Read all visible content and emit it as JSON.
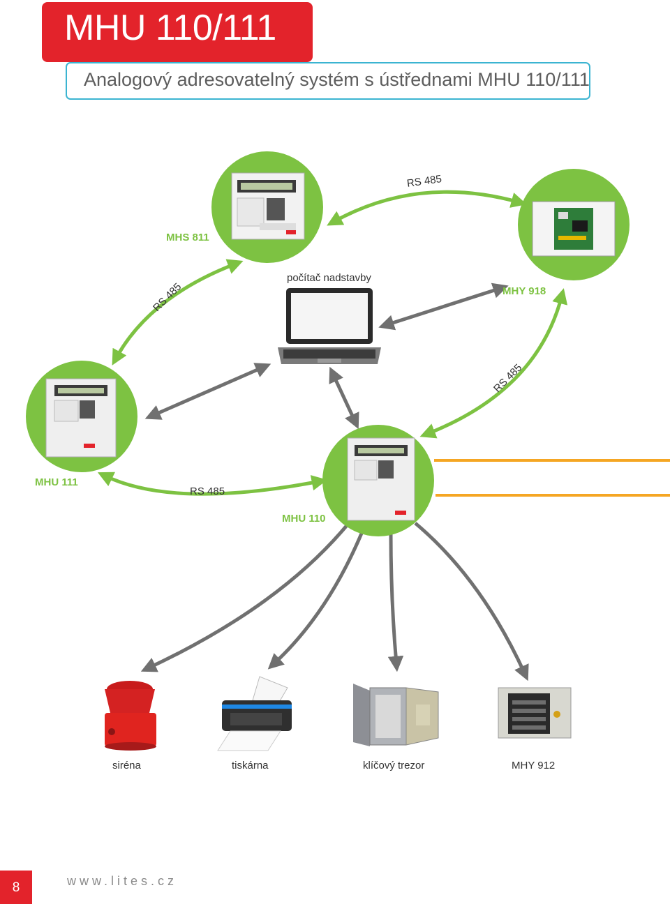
{
  "header": {
    "title": "MHU 110/111",
    "subtitle": "Analogový adresovatelný systém s ústřednami MHU 110/111"
  },
  "nodes": {
    "mhs811": "MHS 811",
    "mhy918": "MHY 918",
    "computer": "počítač nadstavby",
    "mhu111": "MHU 111",
    "mhu110": "MHU 110"
  },
  "links": {
    "rs485_top": "RS 485",
    "rs485_left": "RS 485",
    "rs485_right": "RS 485",
    "rs485_bottom": "RS 485"
  },
  "outputs": {
    "siren": "siréna",
    "printer": "tiskárna",
    "key_safe": "klíčový trezor",
    "mhy912": "MHY 912"
  },
  "footer": {
    "page_number": "8",
    "url": "www.lites.cz"
  },
  "colors": {
    "accent_red": "#e3232b",
    "node_green": "#7dc242",
    "frame_cyan": "#3bb4d1",
    "line_orange": "#f5a623",
    "arrow_gray": "#707070"
  }
}
